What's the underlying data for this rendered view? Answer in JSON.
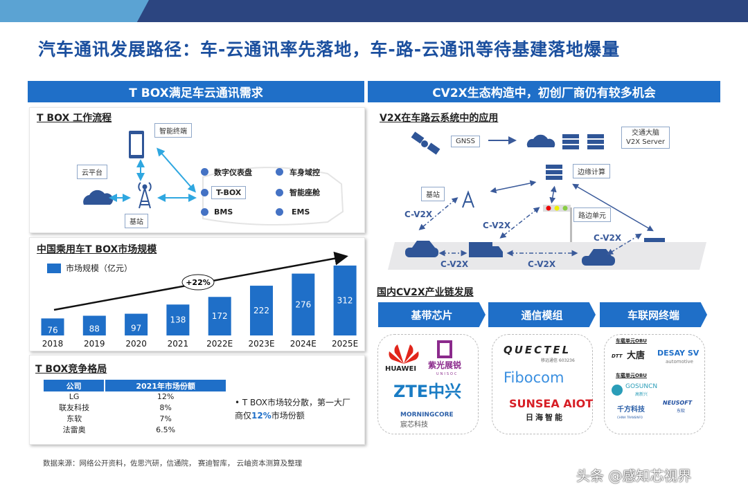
{
  "title": "汽车通讯发展路径：车-云通讯率先落地，车-路-云通讯等待基建落地爆量",
  "left_header": "T BOX满足车云通讯需求",
  "right_header": "CV2X生态构造中，初创厂商仍有较多机会",
  "workflow": {
    "title": "T BOX 工作流程",
    "terminal": "智能终端",
    "cloud": "云平台",
    "station": "基站",
    "items": [
      "数字仪表盘",
      "车身域控",
      "T-BOX",
      "智能座舱",
      "BMS",
      "EMS"
    ]
  },
  "market": {
    "title": "中国乘用车T BOX市场规模",
    "growth": "+22%"
  },
  "chart_data": {
    "type": "bar",
    "categories": [
      "2018",
      "2019",
      "2020",
      "2021",
      "2022E",
      "2023E",
      "2024E",
      "2025E"
    ],
    "series": [
      {
        "name": "市场规模（亿元）",
        "values": [
          76,
          88,
          97,
          138,
          172,
          222,
          276,
          312
        ]
      }
    ],
    "bar_color": "#1f6fc8",
    "annotation": "+22%",
    "legend": "top-left",
    "grid": false
  },
  "competition": {
    "title": "T BOX竞争格局",
    "headers": [
      "公司",
      "2021年市场份额"
    ],
    "rows": [
      [
        "LG",
        "12%"
      ],
      [
        "联友科技",
        "8%"
      ],
      [
        "东软",
        "7%"
      ],
      [
        "法雷奥",
        "6.5%"
      ]
    ],
    "note_pre": "T BOX市场较分散，第一大厂商仅",
    "note_hl": "12%",
    "note_post": "市场份额",
    "highlight_color": "#1f6fc8"
  },
  "source": "数据来源：网络公开资料，佐思汽研，信通院， 赛迪智库， 云岫资本测算及整理",
  "v2x": {
    "title": "V2X在车路云系统中的应用",
    "gnss": "GNSS",
    "server_l1": "交通大脑",
    "server_l2": "V2X Server",
    "edge": "边缘计算",
    "station": "基站",
    "rsu": "路边单元",
    "cv2x": "C-V2X"
  },
  "chain": {
    "title": "国内CV2X产业链发展",
    "stages": [
      "基带芯片",
      "通信模组",
      "车联网终端"
    ],
    "chips": [
      "HUAWEI",
      "紫光展锐",
      "UNISOC",
      "ZTE中兴",
      "MORNINGCORE",
      "宸芯科技"
    ],
    "modules": [
      "QUECTEL",
      "移远通信 603236",
      "Fibocom",
      "SUNSEA AIOT",
      "日海智能"
    ],
    "terminals": {
      "label1": "车载单元OBU",
      "label2": "车载单元OBU",
      "logos": [
        "DTT",
        "大唐",
        "DESAY SV",
        "automotive",
        "GOSUNCN",
        "高新兴",
        "千方科技",
        "CHINA TRANSINFO",
        "NEUSOFT",
        "东软"
      ]
    }
  },
  "watermark": "头条 @感知芯视界"
}
